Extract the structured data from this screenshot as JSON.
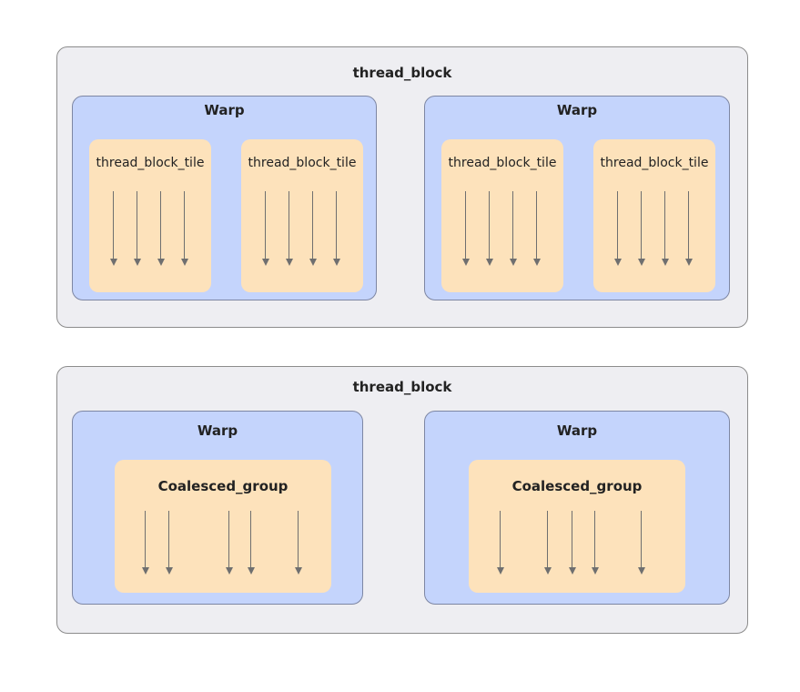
{
  "top_block": {
    "title": "thread_block",
    "warps": [
      {
        "title": "Warp",
        "tiles": [
          {
            "label": "thread_block_tile"
          },
          {
            "label": "thread_block_tile"
          }
        ]
      },
      {
        "title": "Warp",
        "tiles": [
          {
            "label": "thread_block_tile"
          },
          {
            "label": "thread_block_tile"
          }
        ]
      }
    ]
  },
  "bottom_block": {
    "title": "thread_block",
    "warps": [
      {
        "title": "Warp",
        "group": {
          "label": "Coalesced_group"
        }
      },
      {
        "title": "Warp",
        "group": {
          "label": "Coalesced_group"
        }
      }
    ]
  }
}
